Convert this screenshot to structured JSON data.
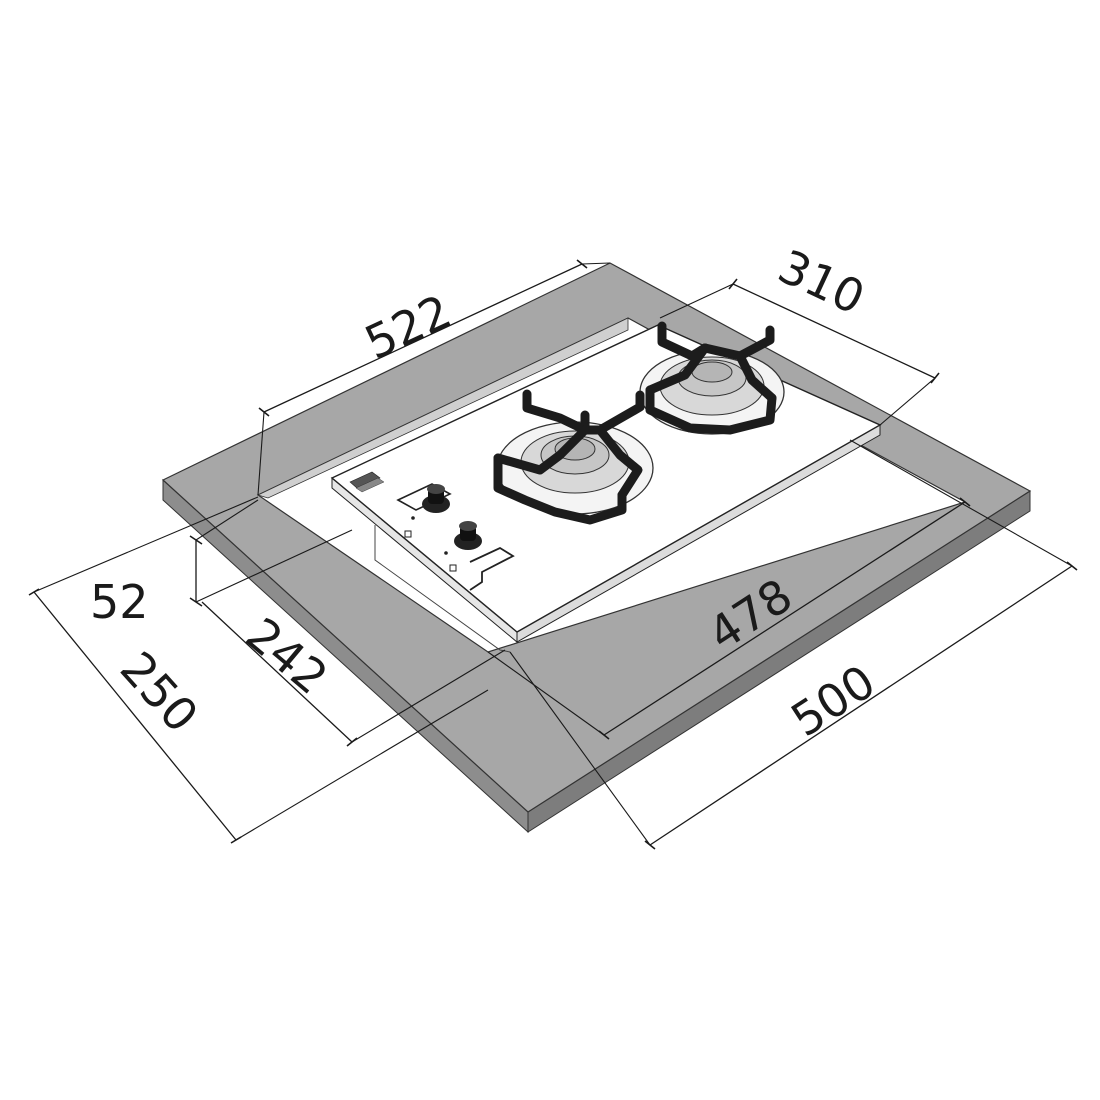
{
  "diagram": {
    "dimensions": {
      "counter_length": "522",
      "counter_width": "310",
      "hob_height": "52",
      "hob_depth": "242",
      "cutout_depth": "250",
      "hob_length": "478",
      "cutout_length": "500"
    },
    "colors": {
      "countertop": "#a7a7a7",
      "countertop_edge": "#8d8d8d",
      "hob_glass": "#ffffff",
      "grate": "#1c1c1c",
      "outline": "#1a1a1a"
    }
  }
}
